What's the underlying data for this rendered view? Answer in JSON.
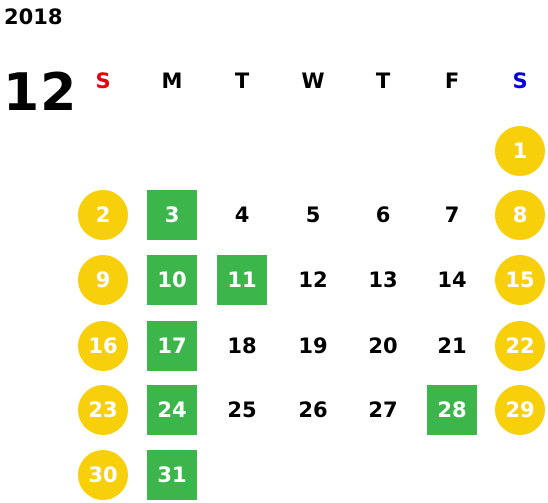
{
  "calendar": {
    "year": "2018",
    "month": "12",
    "weekdays": [
      {
        "label": "S",
        "color": "#e8000d"
      },
      {
        "label": "M",
        "color": "#000000"
      },
      {
        "label": "T",
        "color": "#000000"
      },
      {
        "label": "W",
        "color": "#000000"
      },
      {
        "label": "T",
        "color": "#000000"
      },
      {
        "label": "F",
        "color": "#000000"
      },
      {
        "label": "S",
        "color": "#0000e0"
      }
    ],
    "first_weekday_index": 6,
    "days_in_month": 31,
    "weekend_circle_color": "#f7cf0b",
    "highlight_square_color": "#3cb54a",
    "highlighted_days": [
      3,
      10,
      11,
      17,
      24,
      28,
      29,
      30,
      31
    ]
  }
}
